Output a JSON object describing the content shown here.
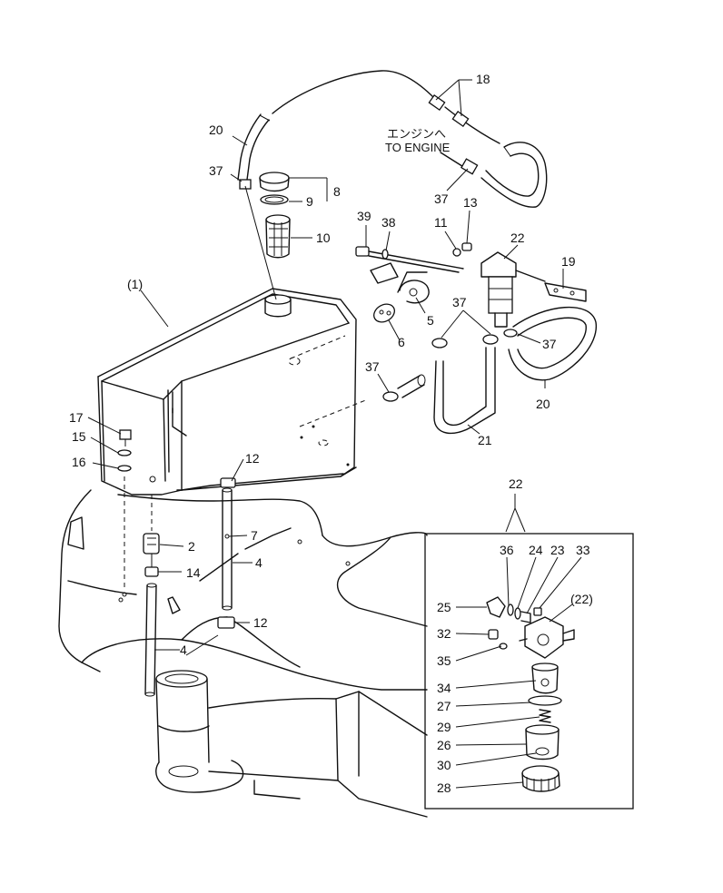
{
  "engine_note": {
    "japanese": "エンジンへ",
    "english": "TO ENGINE"
  },
  "labels": {
    "l18": "18",
    "l20a": "20",
    "l37a": "37",
    "l8": "8",
    "l9": "9",
    "l10": "10",
    "l39": "39",
    "l38": "38",
    "l11": "11",
    "l13": "13",
    "l37b": "37",
    "l22a": "22",
    "l19": "19",
    "l1": "(1)",
    "l5": "5",
    "l6": "6",
    "l37c": "37",
    "l37d": "37",
    "l20b": "20",
    "l37e": "37",
    "l21": "21",
    "l17": "17",
    "l15": "15",
    "l16": "16",
    "l12a": "12",
    "l2": "2",
    "l7": "7",
    "l4a": "4",
    "l14": "14",
    "l12b": "12",
    "l4b": "4"
  },
  "detail": {
    "ref": "22",
    "labels": {
      "l36": "36",
      "l24": "24",
      "l23": "23",
      "l33": "33",
      "l25": "25",
      "l22": "(22)",
      "l32": "32",
      "l35": "35",
      "l34": "34",
      "l27": "27",
      "l29": "29",
      "l26": "26",
      "l30": "30",
      "l28": "28"
    }
  }
}
